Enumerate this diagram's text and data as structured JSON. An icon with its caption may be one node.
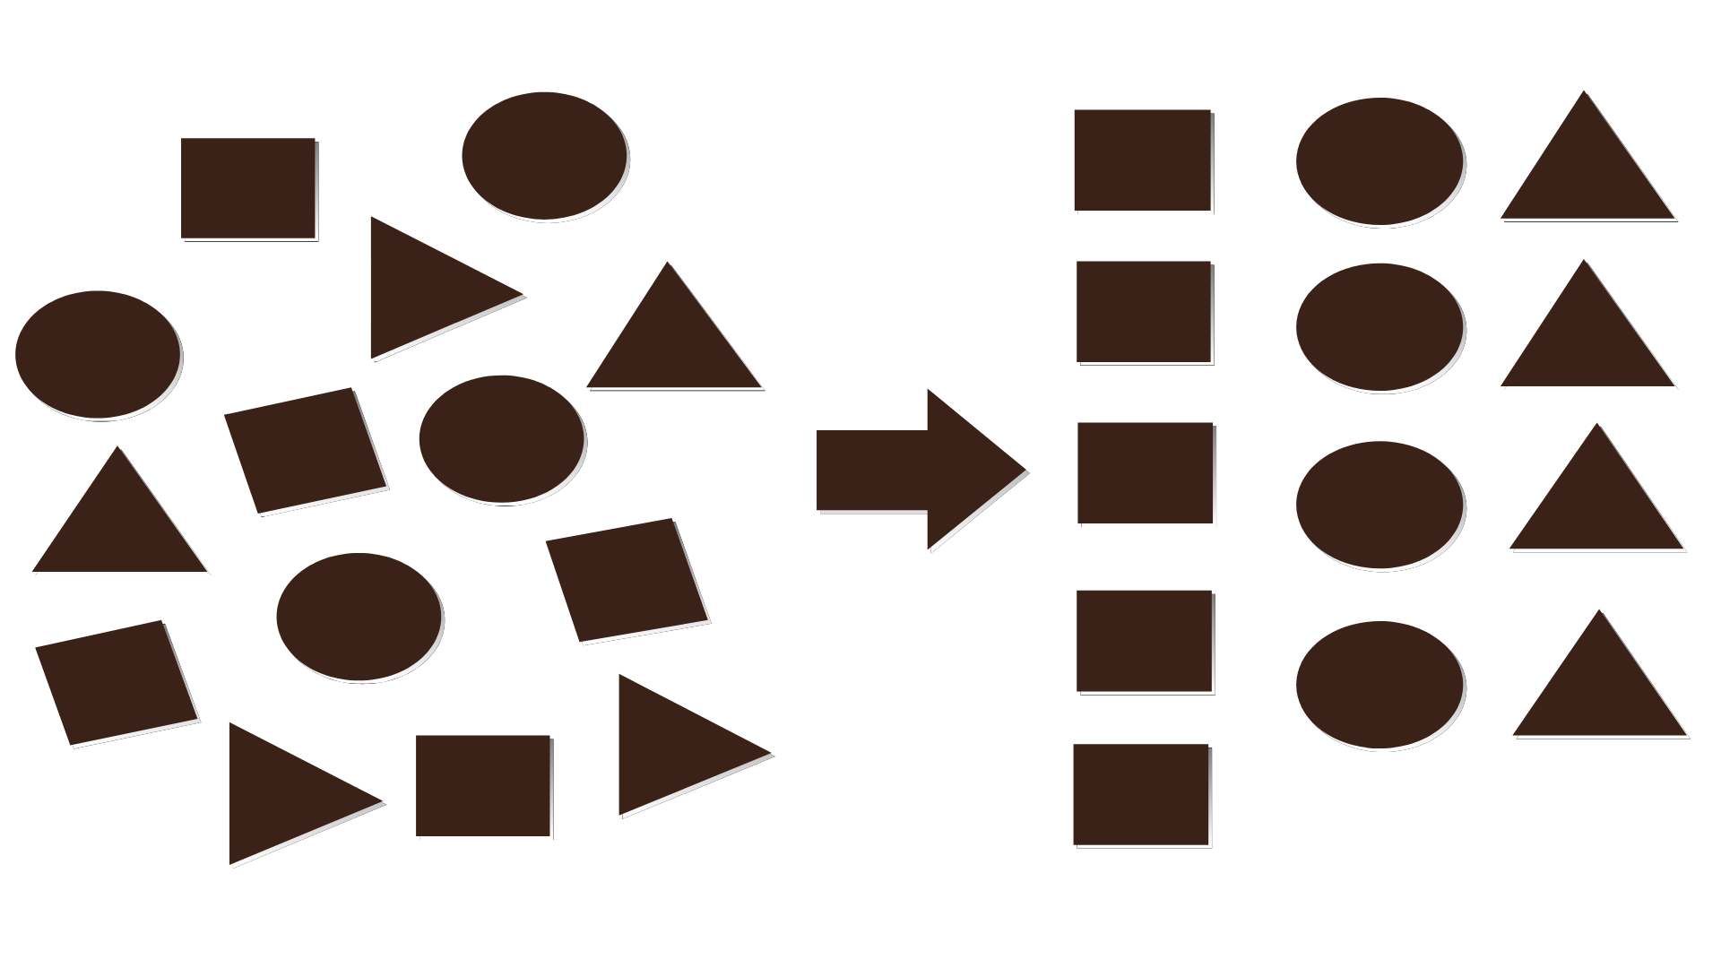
{
  "diagram": {
    "nodes": [
      {
        "text": [],
        "shape": "box"
      },
      {
        "text": [],
        "shape": "ellipse"
      },
      {
        "text": [],
        "shape": "triangle"
      },
      {
        "text": [],
        "shape": "ellipse"
      },
      {
        "text": [],
        "shape": "triangle"
      },
      {
        "text": [],
        "shape": "box"
      },
      {
        "text": [],
        "shape": "ellipse"
      },
      {
        "text": [],
        "shape": "triangle"
      },
      {
        "text": [],
        "shape": "box"
      },
      {
        "text": [],
        "shape": "ellipse"
      },
      {
        "text": [],
        "shape": "box"
      },
      {
        "text": [],
        "shape": "triangle"
      },
      {
        "text": [],
        "shape": "box"
      },
      {
        "text": [],
        "shape": "triangle"
      },
      {
        "text": [],
        "shape": "box"
      },
      {
        "text": [],
        "shape": "box"
      },
      {
        "text": [],
        "shape": "box"
      },
      {
        "text": [],
        "shape": "box"
      },
      {
        "text": [],
        "shape": "box"
      },
      {
        "text": [],
        "shape": "ellipse"
      },
      {
        "text": [],
        "shape": "ellipse"
      },
      {
        "text": [],
        "shape": "ellipse"
      },
      {
        "text": [],
        "shape": "ellipse"
      },
      {
        "text": [],
        "shape": "triangle"
      },
      {
        "text": [],
        "shape": "triangle"
      },
      {
        "text": [],
        "shape": "triangle"
      },
      {
        "text": [],
        "shape": "triangle"
      }
    ]
  }
}
